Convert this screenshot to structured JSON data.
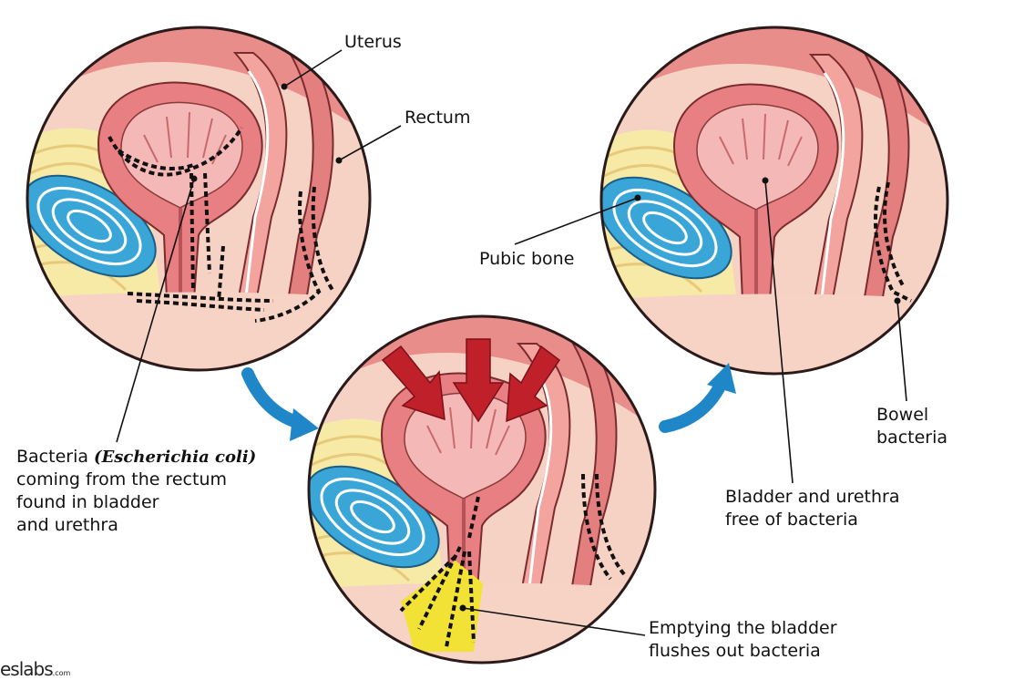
{
  "labels": {
    "uterus": "Uterus",
    "rectum": "Rectum",
    "pubic_bone": "Pubic bone",
    "bacteria_prefix": "Bacteria",
    "bacteria_species": "(Escherichia coli)",
    "bacteria_line2": "coming from the rectum",
    "bacteria_line3": "found in bladder",
    "bacteria_line4": "and urethra",
    "bowel_line1": "Bowel",
    "bowel_line2": "bacteria",
    "free_line1": "Bladder and urethra",
    "free_line2": "free of bacteria",
    "empty_line1": "Emptying the bladder",
    "empty_line2": "flushes out bacteria"
  },
  "watermark": {
    "text": "eslabs",
    "suffix": ".com"
  },
  "colors": {
    "tissue_pink": "#f0a6a0",
    "tissue_dark": "#d9646a",
    "fat_yellow": "#f7e9a6",
    "bone_blue": "#3aa6d8",
    "arrow_blue": "#1f86c8",
    "press_red": "#c0202a",
    "outline": "#2a1a1a"
  },
  "icons": [
    "curved-arrow-icon",
    "pressure-arrow-icon"
  ]
}
